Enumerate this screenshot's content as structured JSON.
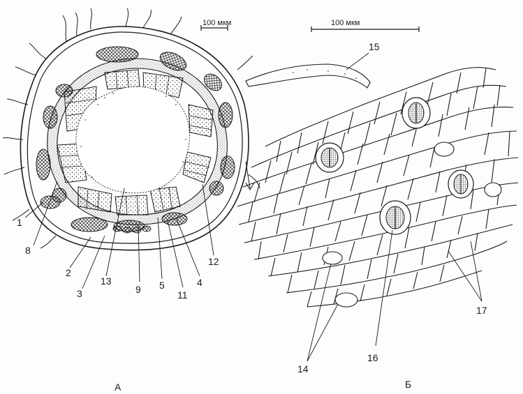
{
  "scale_bars": {
    "a": "100 мкм",
    "b": "100 мкм"
  },
  "panels": {
    "a": "А",
    "b": "Б"
  },
  "labels": {
    "l1": "1",
    "l2": "2",
    "l3": "3",
    "l4": "4",
    "l5": "5",
    "l8": "8",
    "l9": "9",
    "l11": "11",
    "l12": "12",
    "l13": "13",
    "l14": "14",
    "l15": "15",
    "l16": "16",
    "l17": "17"
  },
  "colors": {
    "ink": "#1a1a1a",
    "paper": "#fdfdfc"
  }
}
